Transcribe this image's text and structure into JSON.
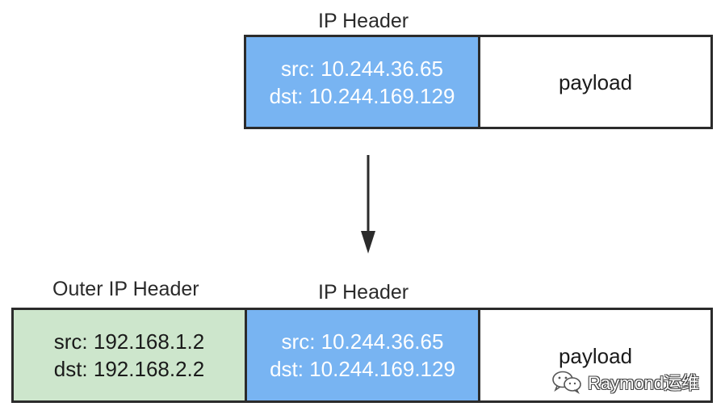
{
  "top": {
    "header_title": "IP Header",
    "ip_header": {
      "src": "src: 10.244.36.65",
      "dst": "dst: 10.244.169.129"
    },
    "payload": "payload"
  },
  "bottom": {
    "outer_title": "Outer IP Header",
    "inner_title": "IP Header",
    "outer_header": {
      "src": "src: 192.168.1.2",
      "dst": "dst: 192.168.2.2"
    },
    "ip_header": {
      "src": "src: 10.244.36.65",
      "dst": "dst: 10.244.169.129"
    },
    "payload": "payload"
  },
  "watermark": {
    "text": "Raymond运维",
    "icon": "wechat-icon"
  },
  "colors": {
    "inner_header": "#78b4f2",
    "outer_header": "#cde6cc",
    "border": "#2b2b2b"
  }
}
